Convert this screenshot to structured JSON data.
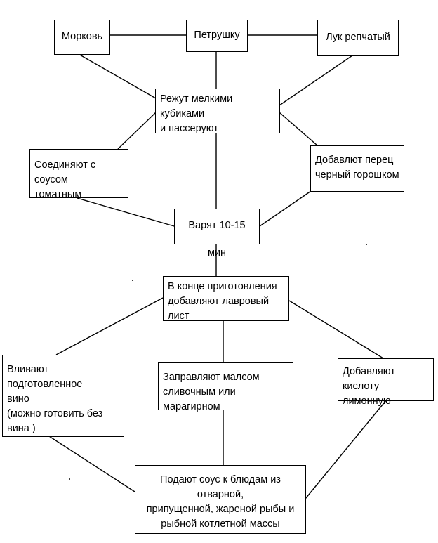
{
  "nodes": {
    "carrot": "Морковь",
    "parsley": "Петрушку",
    "onion": "Лук репчатый",
    "cut": "Режут мелкими кубиками\nи пассеруют",
    "tomato": "Соединяют с соусом\nтоматным",
    "pepper": "Добавлют перец\nчерный горошком",
    "boil": "Варят 10-15 мин",
    "bay": "В конце приготовления\nдобавляют лавровый лист",
    "wine": "Вливают подготовленное\nвино\n(можно готовить без\n вина )",
    "butter": "Заправляют малсом\nсливочным или марагирном",
    "lemon": "Добавляют кислоту\nлимонную",
    "serve": "Подают соус к блюдам из отварной,\nприпущенной, жареной рыбы и\nрыбной котлетной массы"
  }
}
